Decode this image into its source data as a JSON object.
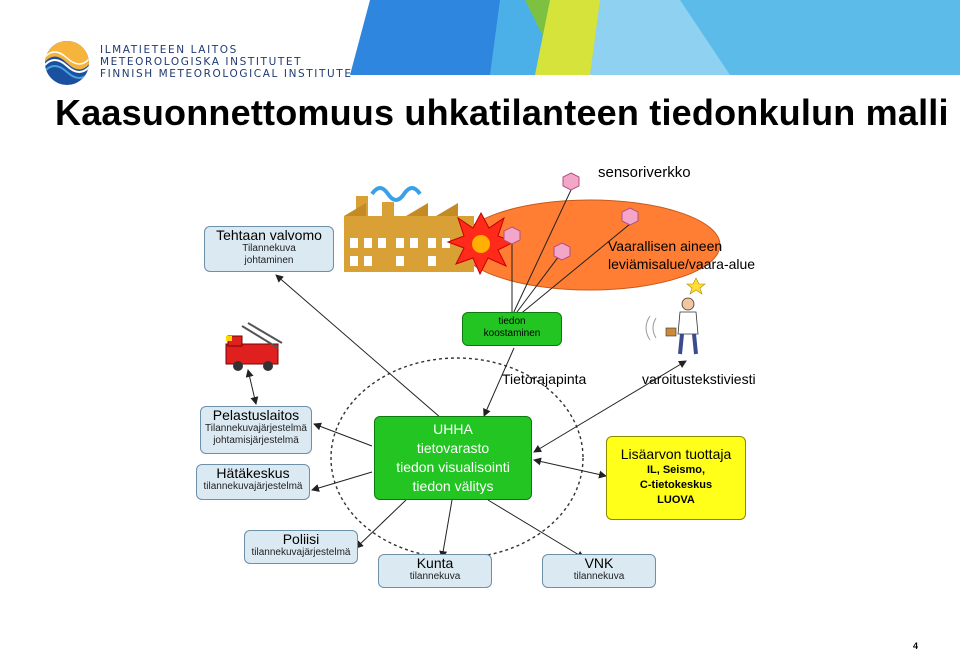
{
  "header": {
    "logo_lines": [
      "ILMATIETEEN LAITOS",
      "METEOROLOGISKA INSTITUTET",
      "FINNISH METEOROLOGICAL INSTITUTE"
    ],
    "title": "Kaasuonnettomuus uhkatilanteen tiedonkulun malli"
  },
  "diagram": {
    "labels": {
      "sensor_network": "sensoriverkko",
      "hazard_area_line1": "Vaarallisen aineen",
      "hazard_area_line2": "leviämisalue/vaara-alue",
      "interface": "Tietorajapinta",
      "warning_message": "varoitustekstiviesti"
    },
    "nodes": {
      "factory_control": {
        "title": "Tehtaan valvomo",
        "sub": [
          "Tilannekuva",
          "johtaminen"
        ]
      },
      "compilation": {
        "title": "",
        "sub": [
          "tiedon",
          "koostaminen"
        ]
      },
      "rescue": {
        "title": "Pelastuslaitos",
        "sub": [
          "Tilannekuvajärjestelmä",
          "johtamisjärjestelmä"
        ]
      },
      "emergency": {
        "title": "Hätäkeskus",
        "sub": [
          "tilannekuvajärjestelmä"
        ]
      },
      "police": {
        "title": "Poliisi",
        "sub": [
          "tilannekuvajärjestelmä"
        ]
      },
      "municipality": {
        "title": "Kunta",
        "sub": [
          "tilannekuva"
        ]
      },
      "vnk": {
        "title": "VNK",
        "sub": [
          "tilannekuva"
        ]
      },
      "uhha": {
        "lines": [
          "UHHA",
          "tietovarasto",
          "tiedon visualisointi",
          "tiedon välitys"
        ]
      },
      "value_added": {
        "title": "Lisäarvon tuottaja",
        "sub": [
          "IL, Seismo,",
          "C-tietokeskus",
          "LUOVA"
        ]
      }
    }
  },
  "colors": {
    "hazard_ellipse": "#ff7e33",
    "sensor": "#f4a6c8",
    "uhha_green": "#22c522",
    "value_yellow": "#ffff1a",
    "box_blue": "#dbe9f2"
  },
  "footer": {
    "page_number": "4"
  }
}
